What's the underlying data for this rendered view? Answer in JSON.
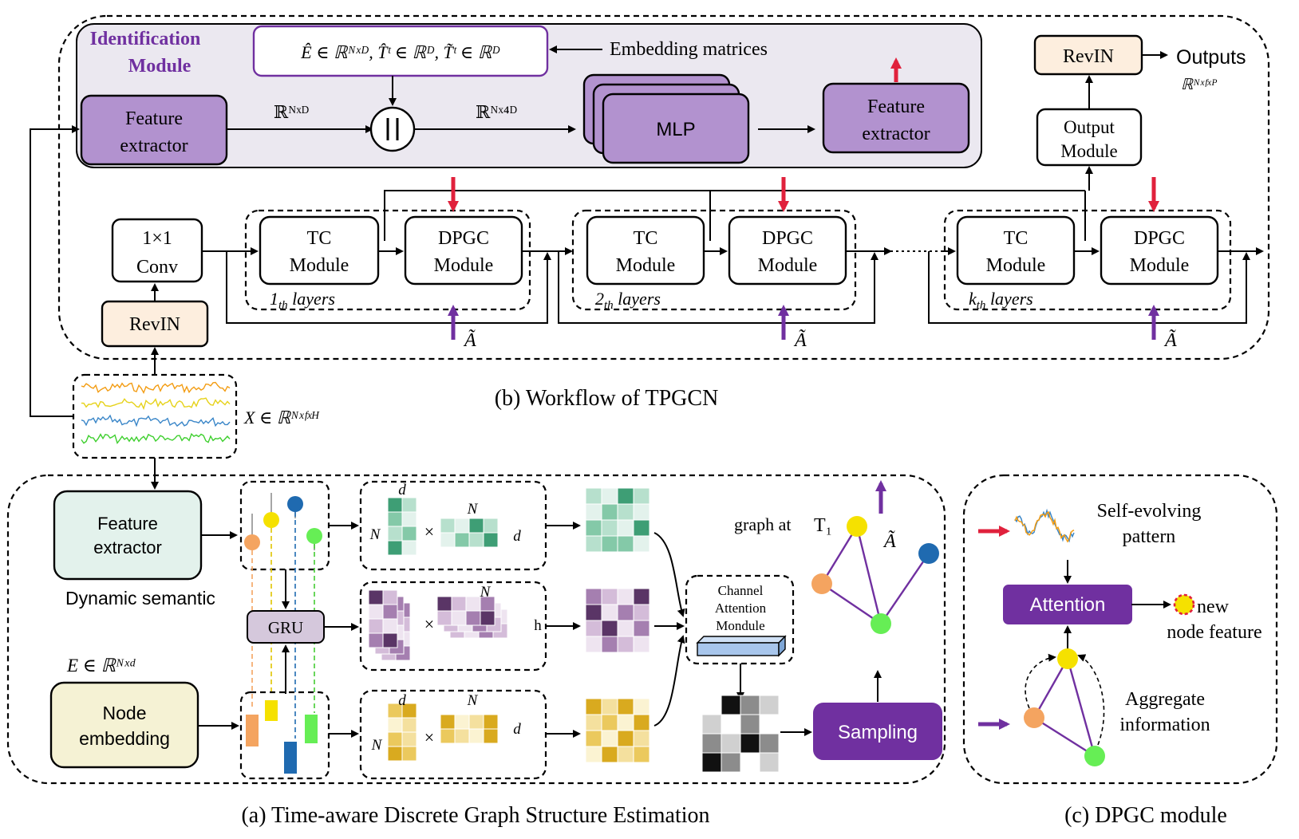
{
  "workflow": {
    "caption": "(b) Workflow of TPGCN",
    "identification_module": "Identification Module",
    "identification_line1": "Identification",
    "identification_line2": "Module",
    "embedding_formula": "Ê ∈ ℝ^{N×D}, T̂^t ∈ ℝ^D, T̃^t ∈ ℝ^D",
    "embedding_formula_display": "Ê ∈ ℝᴺˣᴰ, T̂ᵗ ∈ ℝᴰ, T̃ᵗ ∈ ℝᴰ",
    "embedding_matrices": "Embedding matrices",
    "feature_extractor_left": "Feature extractor",
    "feature_extractor_right": "Feature extractor",
    "dim_nd": "ℝᴺˣᴰ",
    "dim_n4d": "ℝᴺˣ⁴ᴰ",
    "concat_symbol": "||",
    "mlp": "MLP",
    "revin_top": "RevIN",
    "outputs": "Outputs",
    "output_dim": "ℝᴺˣᶠˣᴾ",
    "output_module": "Output Module",
    "conv_line1": "1×1",
    "conv_line2": "Conv",
    "revin_input": "RevIN",
    "tc_module": "TC Module",
    "dpgc_module": "DPGC Module",
    "layers": [
      "1th layers",
      "2th layers",
      "kth layers"
    ],
    "layer_prefix": [
      "1",
      "2",
      "k"
    ],
    "layer_suffix": "th",
    "layer_word": "layers",
    "a_tilde": "Ã",
    "input_formula": "X ∈ ℝᴺˣᶠˣᴴ"
  },
  "estimation": {
    "caption": "(a) Time-aware Discrete Graph Structure Estimation",
    "feature_extractor": "Feature extractor",
    "dynamic_semantic": "Dynamic semantic",
    "e_formula": "E ∈ ℝᴺˣᵈ",
    "node_embedding": "Node embedding",
    "gru": "GRU",
    "n": "N",
    "d": "d",
    "h": "h",
    "times": "×",
    "channel_attention_line1": "Channel",
    "channel_attention_line2": "Attention",
    "channel_attention_line3": "Mondule",
    "graph_at": "graph at",
    "t1": "T₁",
    "a_tilde": "Ã",
    "sampling": "Sampling"
  },
  "dpgc": {
    "caption": "(c) DPGC module",
    "self_evolving": "Self-evolving pattern",
    "attention": "Attention",
    "new_node_feature": "new node feature",
    "aggregate": "Aggregate information"
  },
  "colors": {
    "purple_fill": "#b292cf",
    "purple_dark": "#7030a0",
    "identification_bg": "#ebe8f0",
    "revin_fill": "#fdeede",
    "red_arrow": "#e0213c",
    "feature_green": "#e3f2ec",
    "node_yellow": "#f5f2d4",
    "sampling_purple": "#7030a0",
    "attention_purple": "#7030a0"
  }
}
